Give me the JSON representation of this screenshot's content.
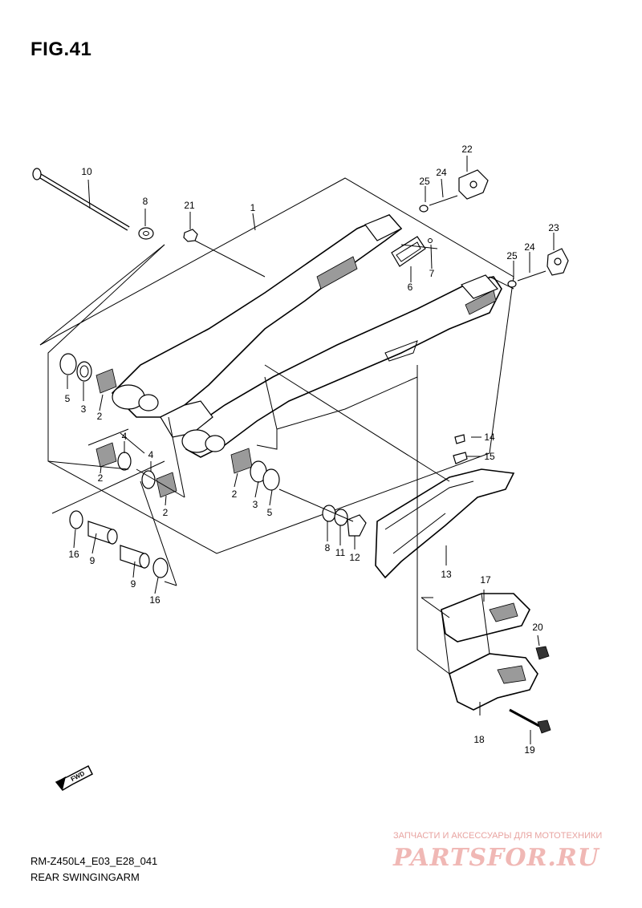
{
  "figure": {
    "title": "FIG.41"
  },
  "parts": [
    {
      "num": "1"
    },
    {
      "num": "2"
    },
    {
      "num": "3"
    },
    {
      "num": "4"
    },
    {
      "num": "5"
    },
    {
      "num": "6"
    },
    {
      "num": "7"
    },
    {
      "num": "8"
    },
    {
      "num": "9"
    },
    {
      "num": "10"
    },
    {
      "num": "11"
    },
    {
      "num": "12"
    },
    {
      "num": "13"
    },
    {
      "num": "14"
    },
    {
      "num": "15"
    },
    {
      "num": "16"
    },
    {
      "num": "17"
    },
    {
      "num": "18"
    },
    {
      "num": "19"
    },
    {
      "num": "20"
    },
    {
      "num": "21"
    },
    {
      "num": "22"
    },
    {
      "num": "23"
    },
    {
      "num": "24"
    },
    {
      "num": "25"
    }
  ],
  "fwd_label": "FWD",
  "footer": {
    "model_code": "RM-Z450L4_E03_E28_041",
    "section_title": "REAR SWINGINGARM"
  },
  "watermark": {
    "tagline": "ЗАПЧАСТИ И АКСЕССУАРЫ ДЛЯ МОТОТЕХНИКИ",
    "brand": "PARTSFOR.RU",
    "color": "#f0b8b5"
  }
}
